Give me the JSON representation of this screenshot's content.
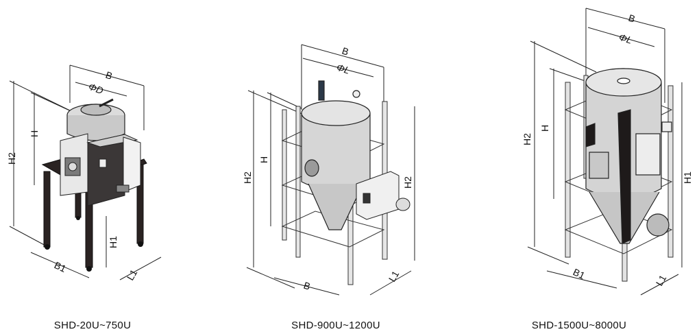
{
  "models": [
    {
      "caption": "SHD-20U~750U",
      "dims": {
        "b": "B",
        "phi": "ΦD",
        "h": "H",
        "h2": "H2",
        "h1": "H1",
        "b1": "B1",
        "l1": "L1"
      }
    },
    {
      "caption": "SHD-900U~1200U",
      "dims": {
        "b_top": "B",
        "phi": "ΦL",
        "h": "H",
        "h2_left": "H2",
        "h2_right": "H2",
        "b_bottom": "B",
        "l1": "L1"
      }
    },
    {
      "caption": "SHD-1500U~8000U",
      "dims": {
        "b": "B",
        "phi": "ΦL",
        "h": "H",
        "h2": "H2",
        "h1": "H1",
        "b1": "B1",
        "l1": "L1"
      }
    }
  ]
}
